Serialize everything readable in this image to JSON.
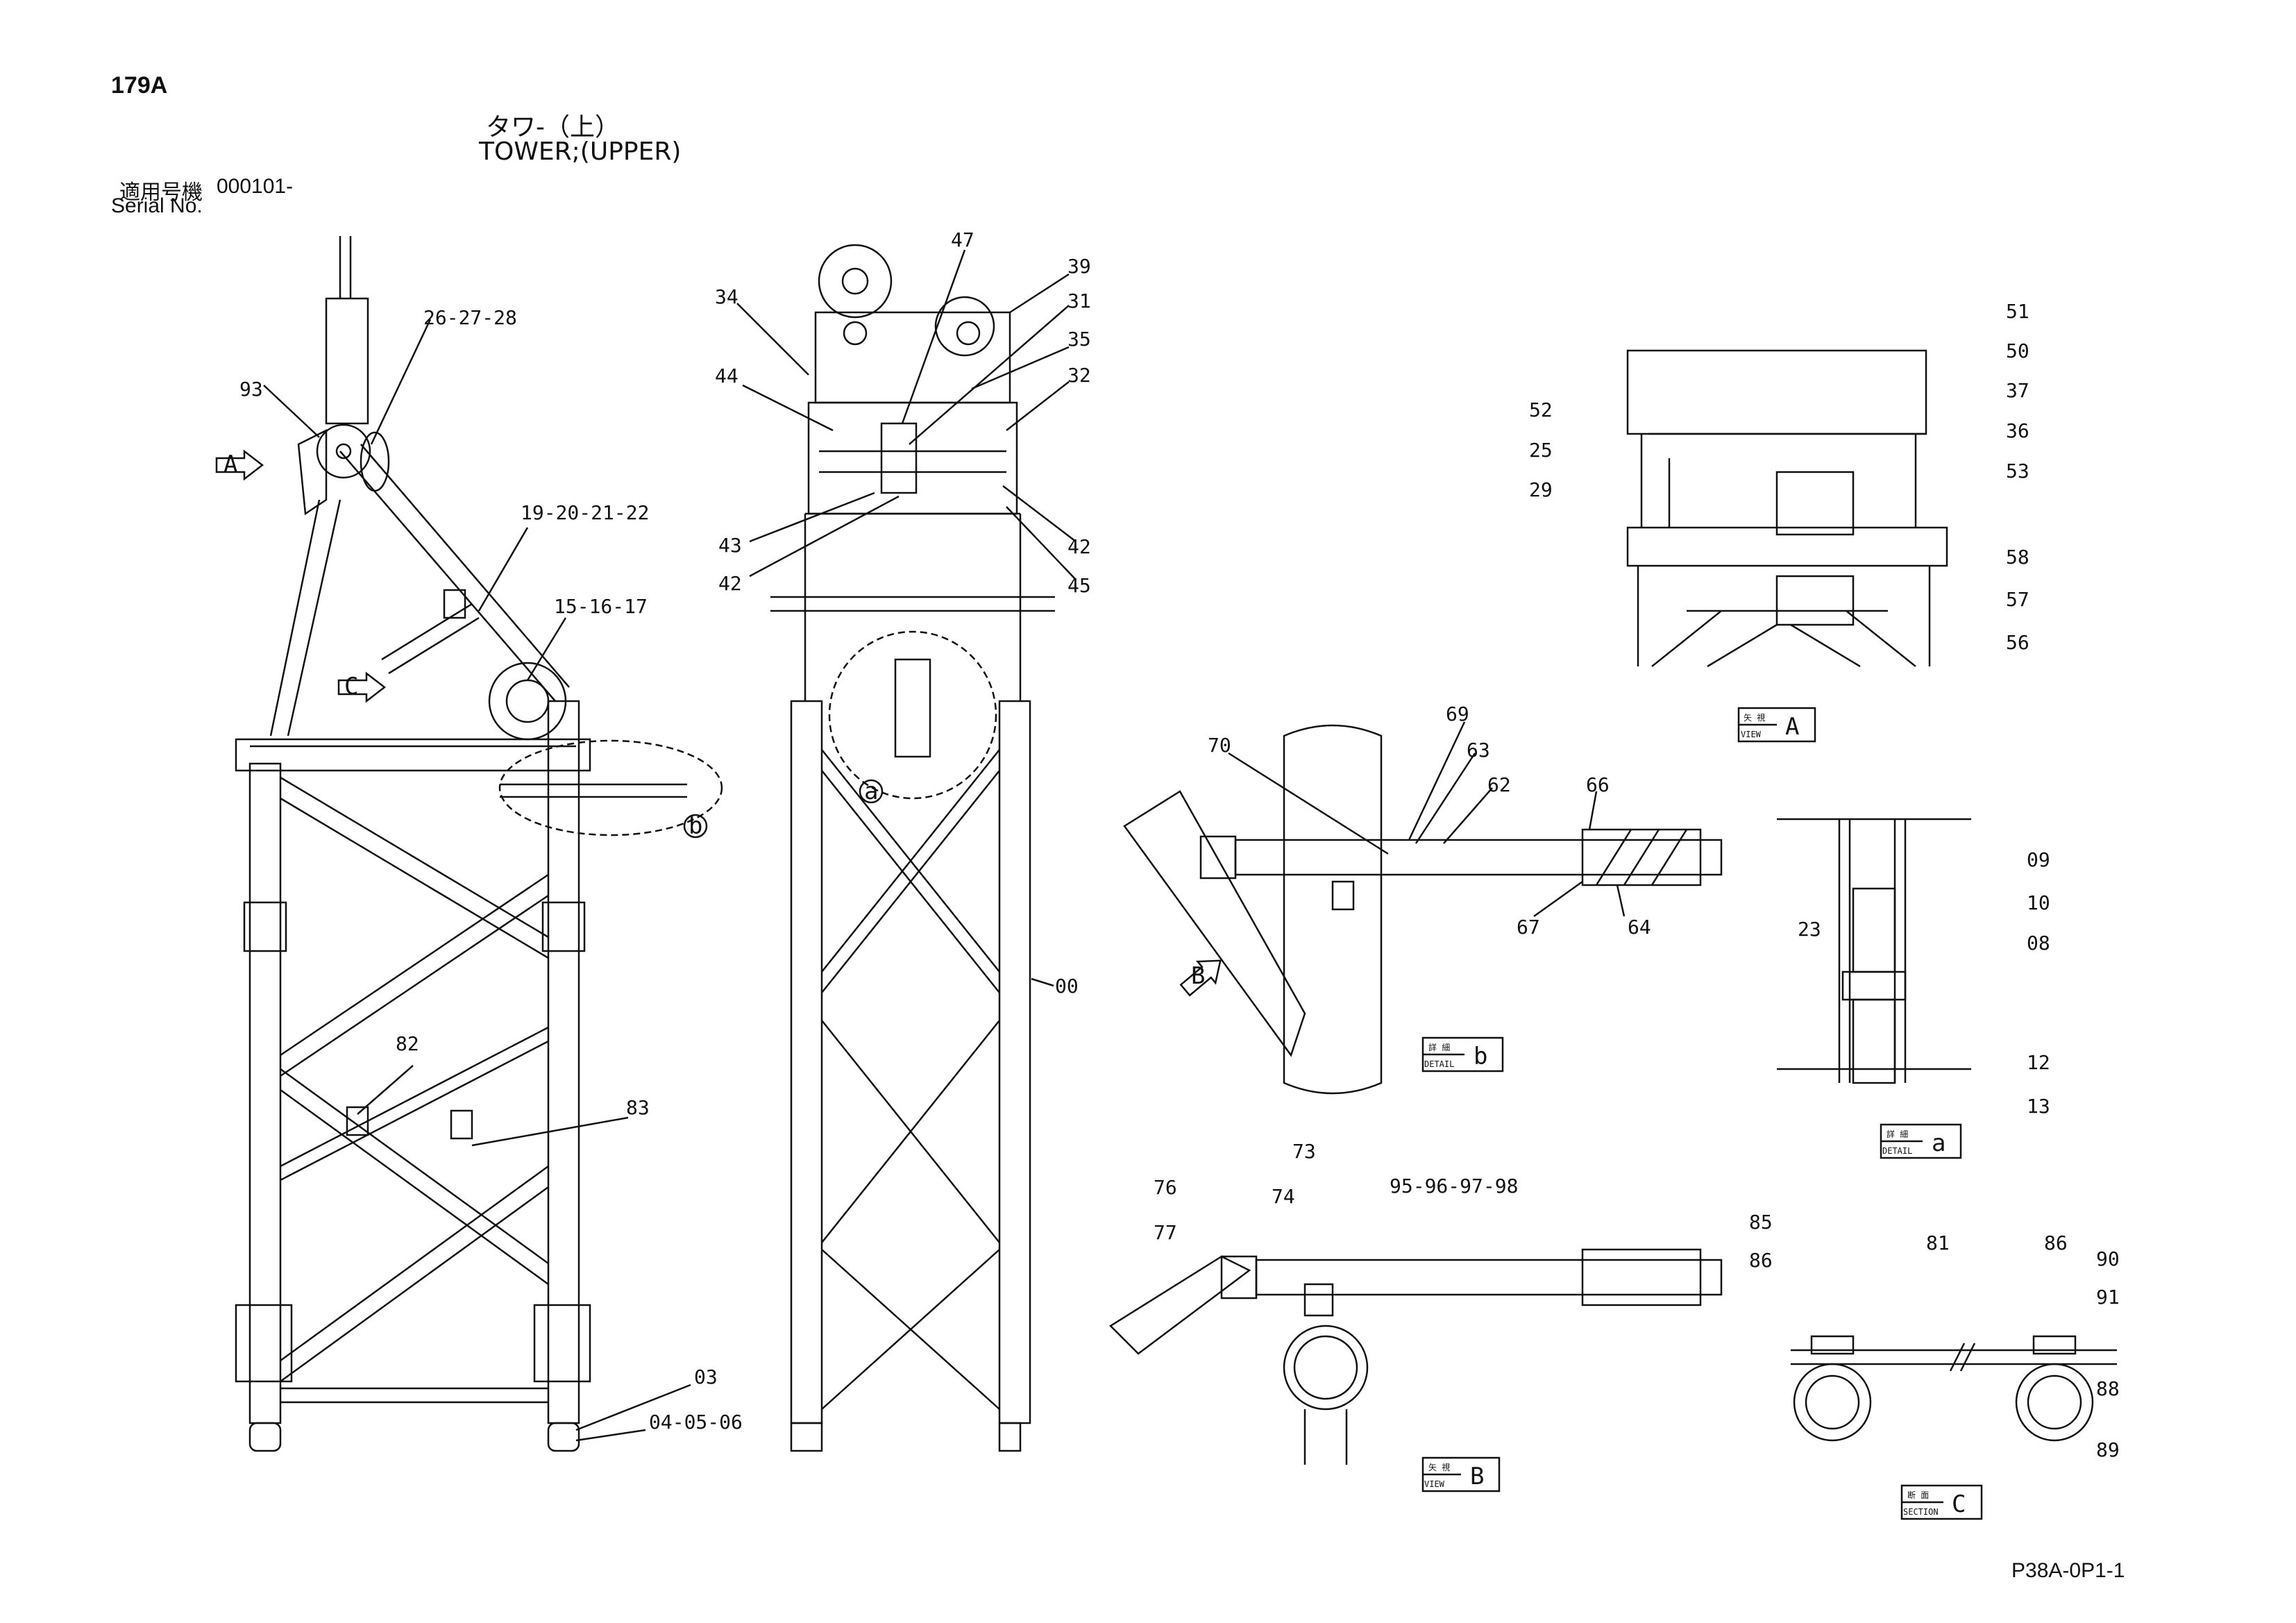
{
  "header": {
    "page_code": "179A",
    "title_jp": "タワ-（上）",
    "title_en": "TOWER;(UPPER)",
    "serial_jp": "適用号機",
    "serial_value": "000101-",
    "serial_en": "Serial No."
  },
  "footer": {
    "drawing_code": "P38A-0P1-1"
  },
  "callouts": {
    "93": "93",
    "26-27-28": "26-27-28",
    "19-20-21-22": "19-20-21-22",
    "15-16-17": "15-16-17",
    "82": "82",
    "83": "83",
    "03": "03",
    "04-05-06": "04-05-06",
    "34": "34",
    "47": "47",
    "39": "39",
    "31": "31",
    "35": "35",
    "32": "32",
    "44": "44",
    "43": "43",
    "42a": "42",
    "42b": "42",
    "45": "45",
    "00": "00",
    "51": "51",
    "50": "50",
    "37": "37",
    "36": "36",
    "53": "53",
    "52": "52",
    "25": "25",
    "29": "29",
    "58": "58",
    "57": "57",
    "56": "56",
    "69": "69",
    "63": "63",
    "62": "62",
    "66": "66",
    "70": "70",
    "67": "67",
    "64": "64",
    "09": "09",
    "10": "10",
    "08": "08",
    "23": "23",
    "12": "12",
    "13": "13",
    "73": "73",
    "76": "76",
    "74": "74",
    "95-96-97-98": "95-96-97-98",
    "77": "77",
    "85": "85",
    "81": "81",
    "86a": "86",
    "86b": "86",
    "90": "90",
    "91": "91",
    "88": "88",
    "89": "89"
  },
  "view_markers": {
    "A": "A",
    "C": "C",
    "B": "B",
    "a": "a",
    "b": "b"
  },
  "view_labels": {
    "view_a": {
      "jp": "矢 視",
      "en": "VIEW",
      "letter": "A"
    },
    "detail_b": {
      "jp": "詳 細",
      "en": "DETAIL",
      "letter": "b"
    },
    "detail_a": {
      "jp": "詳 細",
      "en": "DETAIL",
      "letter": "a"
    },
    "view_b": {
      "jp": "矢 視",
      "en": "VIEW",
      "letter": "B"
    },
    "section_c": {
      "jp": "断 面",
      "en": "SECTION",
      "letter": "C"
    }
  }
}
